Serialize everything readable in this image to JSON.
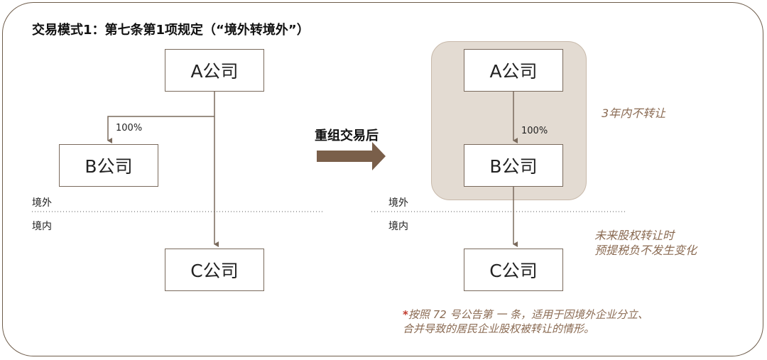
{
  "title": "交易模式1：第七条第1项规定（“境外转境外”）",
  "left": {
    "a": "A公司",
    "b": "B公司",
    "c": "C公司",
    "pct": "100%",
    "outside": "境外",
    "inside": "境内"
  },
  "middle": {
    "arrow_label": "重组交易后"
  },
  "right": {
    "a": "A公司",
    "b": "B公司",
    "c": "C公司",
    "pct": "100%",
    "outside": "境外",
    "inside": "境内",
    "note_top": "3年内不转让",
    "note_bottom_line1": "未来股权转让时",
    "note_bottom_line2": "预提税负不发生变化"
  },
  "footnote": {
    "star": "*",
    "line1": "按照 72 号公告第 一 条，适用于因境外企业分立、",
    "line2": "合并导致的居民企业股权被转让的情形。"
  },
  "colors": {
    "line": "#7a6a5c",
    "accent_note": "#8a6a52",
    "shade": "#e3dbd2",
    "star": "#c0392b"
  }
}
